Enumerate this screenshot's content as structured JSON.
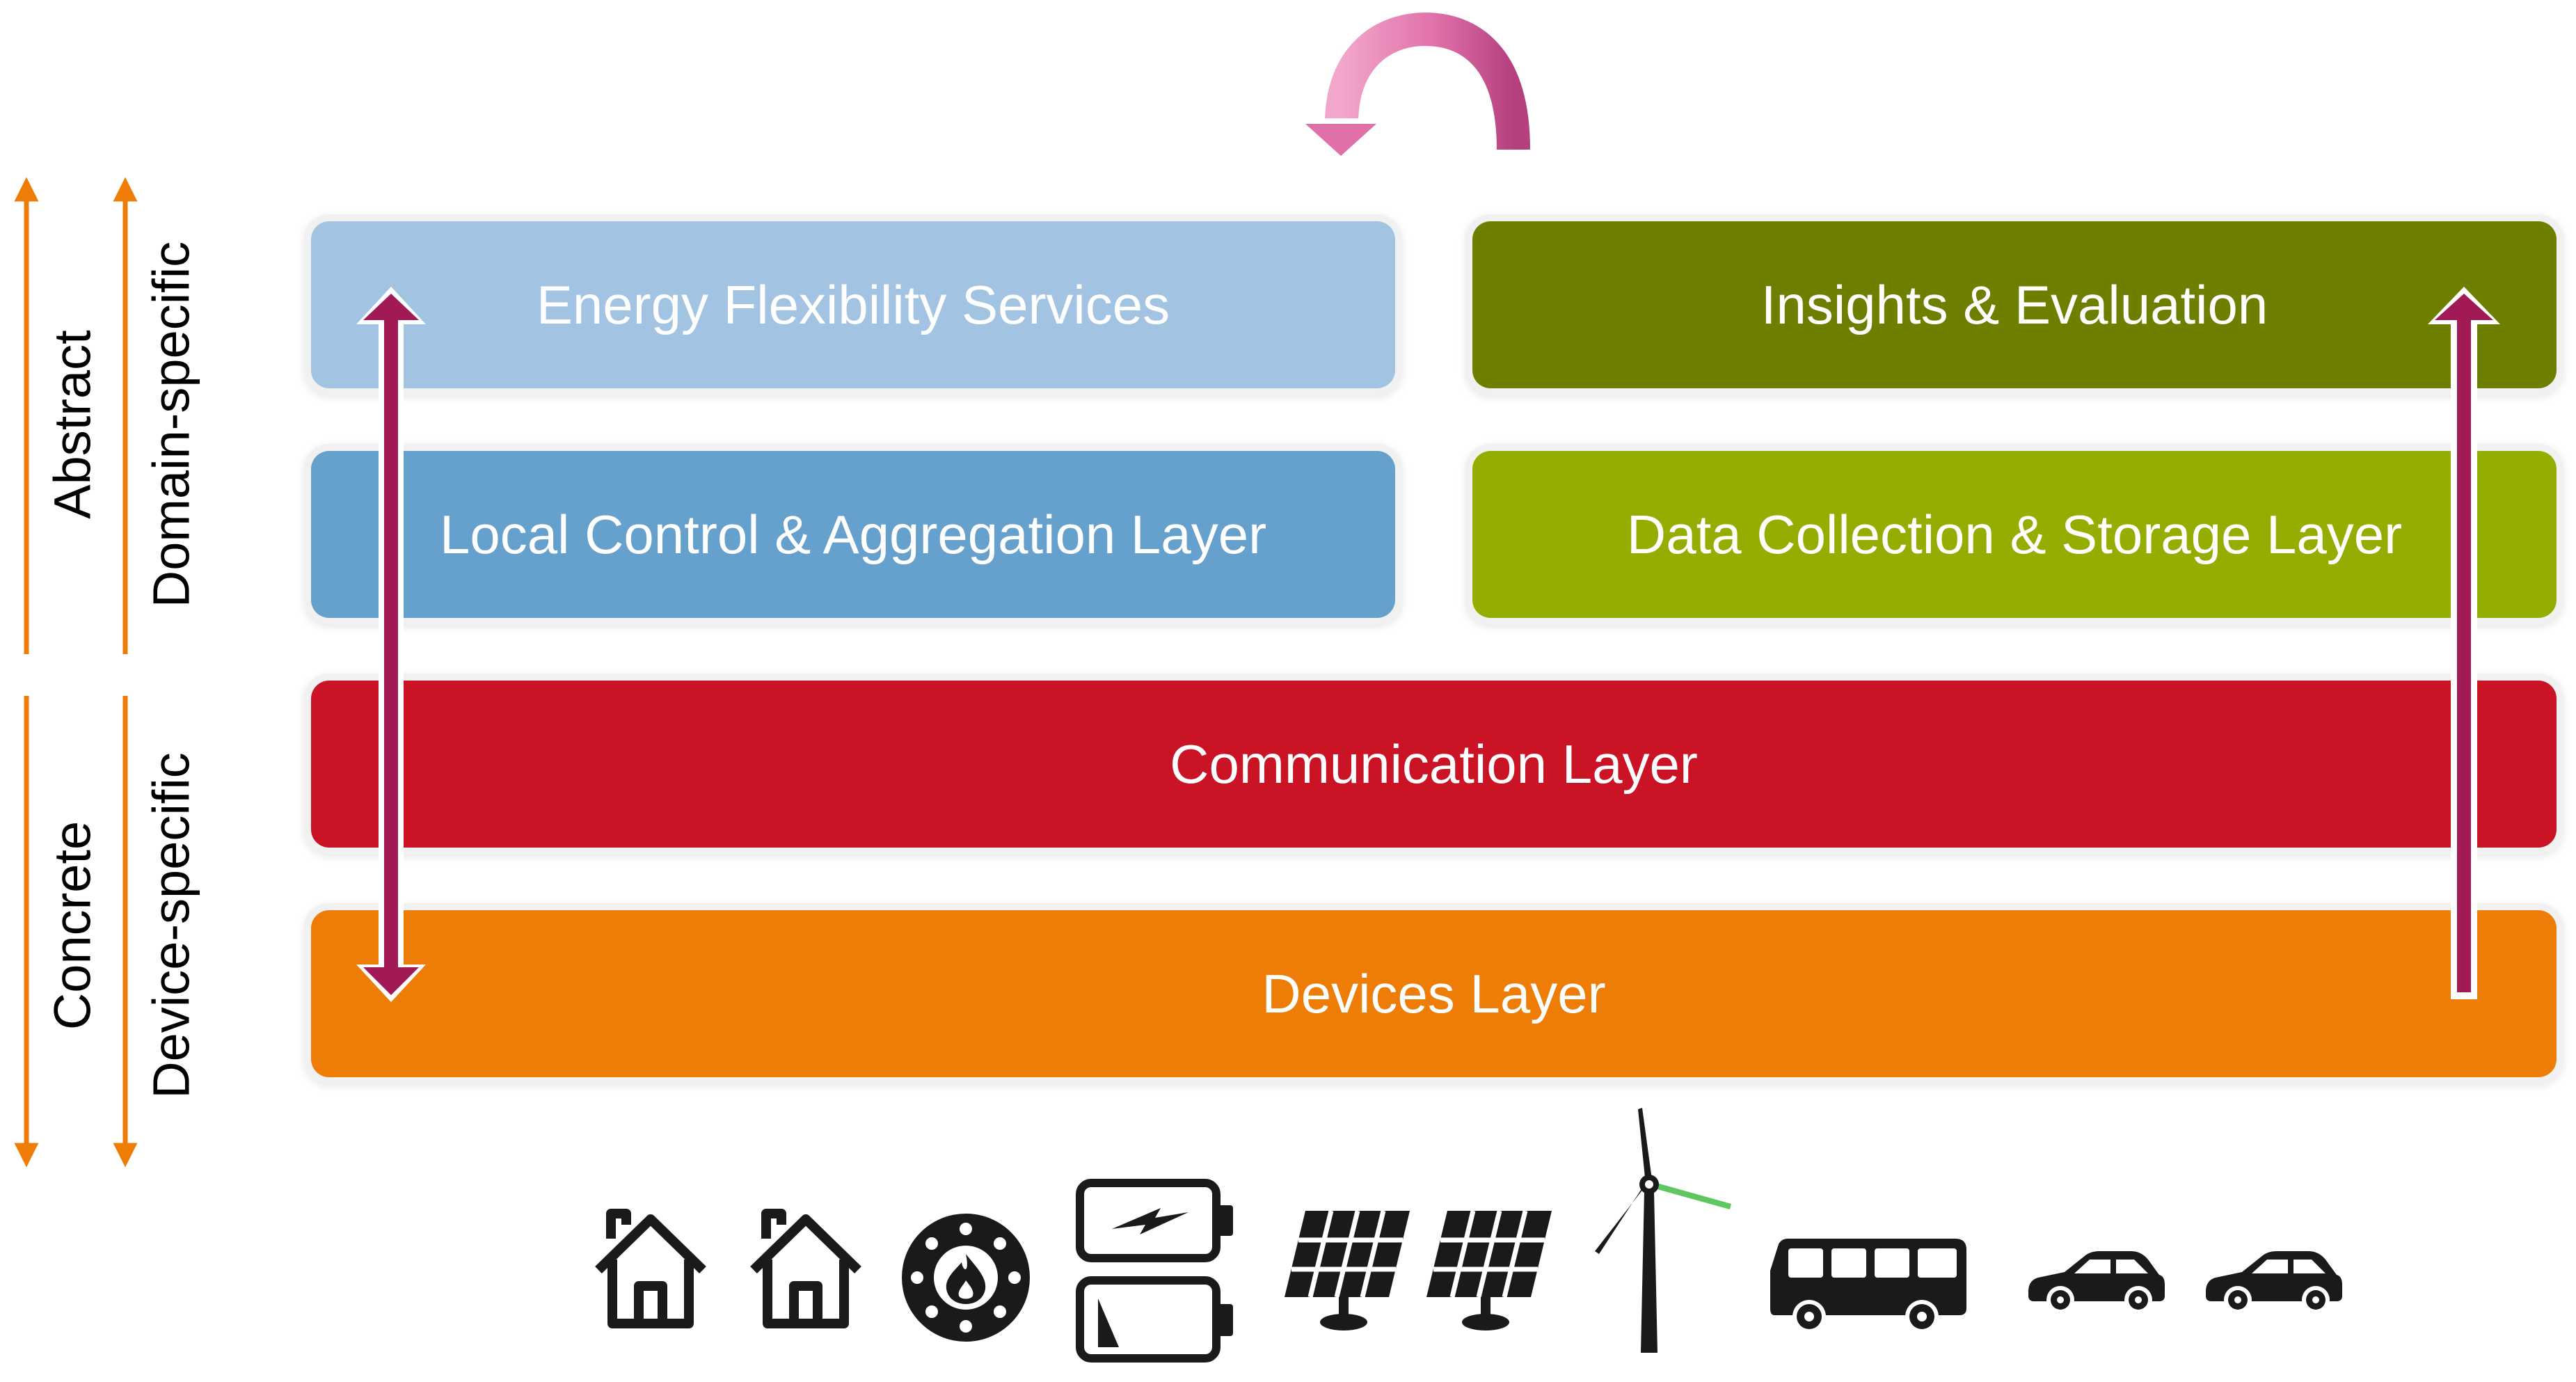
{
  "layers": {
    "energy_flexibility": "Energy Flexibility Services",
    "insights": "Insights & Evaluation",
    "local_control": "Local Control & Aggregation Layer",
    "data_collection": "Data Collection & Storage Layer",
    "communication": "Communication Layer",
    "devices": "Devices Layer"
  },
  "axis_labels": {
    "abstract": "Abstract",
    "domain_specific": "Domain-specific",
    "concrete": "Concrete",
    "device_specific": "Device-specific"
  },
  "colors": {
    "energy_flexibility": "#a2c4e2",
    "insights": "#6e7f00",
    "local_control": "#66a0cc",
    "data_collection": "#95ad00",
    "communication": "#cb1326",
    "devices": "#ed7d06",
    "flow_arrow": "#a21a55",
    "axis_arrow": "#ed7d06",
    "cycle_arrow": "#d9609a"
  },
  "device_icons": [
    "house-icon",
    "house-icon",
    "gas-burner-icon",
    "battery-charging-icon",
    "battery-low-icon",
    "solar-panel-icon",
    "solar-panel-icon",
    "wind-turbine-icon",
    "bus-icon",
    "car-icon",
    "car-icon"
  ]
}
